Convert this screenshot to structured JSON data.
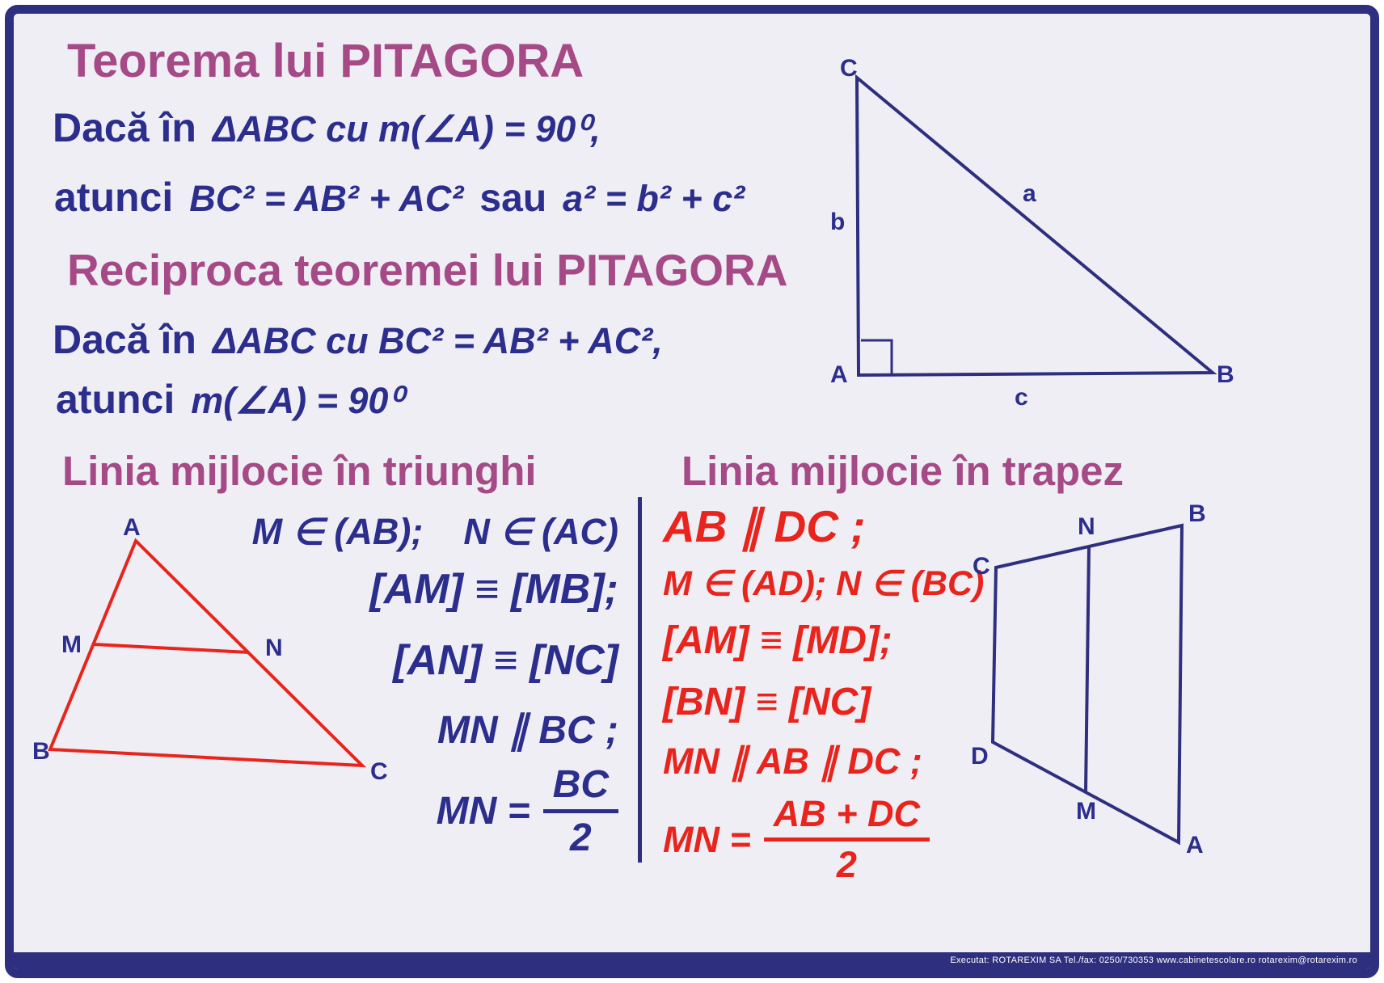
{
  "colors": {
    "title_purple": "#a54a86",
    "text_blue": "#2b2e8c",
    "red": "#e8241c",
    "navy_border": "#2e2f7e",
    "background": "#f0eef5"
  },
  "poster": {
    "section1": {
      "title": "Teorema lui PITAGORA",
      "row1": {
        "label": "Dacă în",
        "math": "ΔABC cu m(∠A) = 90⁰,"
      },
      "row2": {
        "label": "atunci",
        "math1": "BC² = AB² + AC²",
        "conj": "sau",
        "math2": "a² = b² + c²"
      }
    },
    "section2": {
      "title": "Reciproca teoremei lui PITAGORA",
      "row1": {
        "label": "Dacă în",
        "math": "ΔABC cu BC² = AB² + AC²,"
      },
      "row2": {
        "label": "atunci",
        "math": "m(∠A) = 90⁰"
      }
    },
    "right_triangle": {
      "vertices": {
        "A": "A",
        "B": "B",
        "C": "C"
      },
      "sides": {
        "a": "a",
        "b": "b",
        "c": "c"
      }
    },
    "triangle_midline": {
      "title": "Linia mijlocie în triunghi",
      "lines": {
        "l1": "M ∈ (AB);    N ∈ (AC)",
        "l2": "[AM] ≡ [MB];",
        "l3": "[AN] ≡ [NC]",
        "l4": "MN ∥ BC ;",
        "l5_lhs": "MN =",
        "l5_num": "BC",
        "l5_den": "2"
      },
      "labels": {
        "A": "A",
        "M": "M",
        "N": "N",
        "B": "B",
        "C": "C"
      }
    },
    "trapezoid_midline": {
      "title": "Linia mijlocie în trapez",
      "lines": {
        "l1": "AB ∥ DC ;",
        "l2": "M ∈ (AD); N ∈ (BC)",
        "l3": "[AM] ≡ [MD];",
        "l4": "[BN] ≡ [NC]",
        "l5": "MN ∥ AB ∥ DC ;",
        "l6_lhs": "MN =",
        "l6_num": "AB + DC",
        "l6_den": "2"
      },
      "labels": {
        "B": "B",
        "N": "N",
        "C": "C",
        "D": "D",
        "M": "M",
        "A": "A"
      }
    },
    "footer": "Executat: ROTAREXIM SA   Tel./fax: 0250/730353    www.cabinetescolare.ro    rotarexim@rotarexim.ro"
  }
}
